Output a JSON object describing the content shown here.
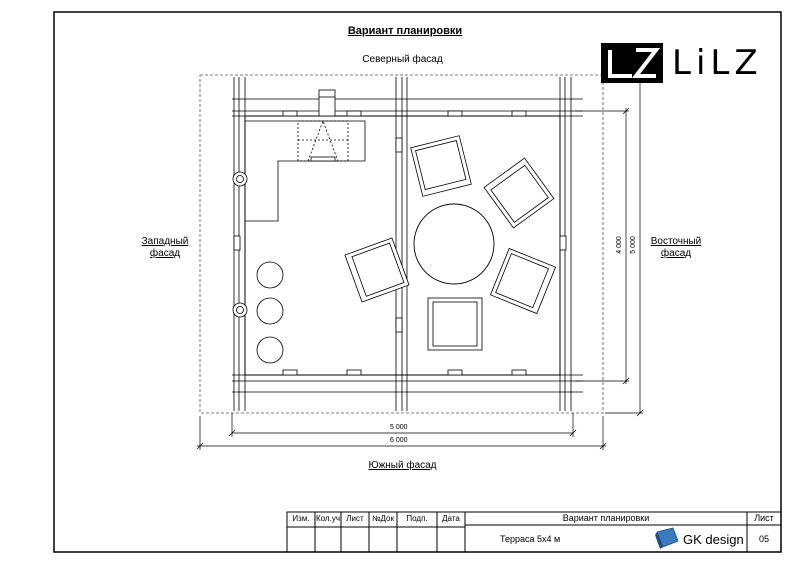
{
  "sheet": {
    "title": "Вариант планировки",
    "facade_north": "Северный фасад",
    "facade_south": "Южный фасад",
    "facade_west_line1": "Западный",
    "facade_west_line2": "фасад",
    "facade_east_line1": "Восточный",
    "facade_east_line2": "фасад"
  },
  "dimensions": {
    "bottom_inner": "5 000",
    "bottom_outer": "6 000",
    "right_inner": "4 000",
    "right_outer": "5 000"
  },
  "logo": {
    "mark": "LZ",
    "text": "LiLZ"
  },
  "stamp": {
    "headers": [
      "Изм.",
      "Кол.уч",
      "Лист",
      "№Док",
      "Подп.",
      "Дата"
    ],
    "drawing_name": "Вариант планировки",
    "project_name": "Терраса 5х4 м",
    "designer": "GK design",
    "sheet_label": "Лист",
    "sheet_number": "05"
  },
  "colors": {
    "line": "#000000",
    "logo_bg": "#000000",
    "logo_fg": "#ffffff",
    "gk_blue": "#3a7bbf"
  }
}
